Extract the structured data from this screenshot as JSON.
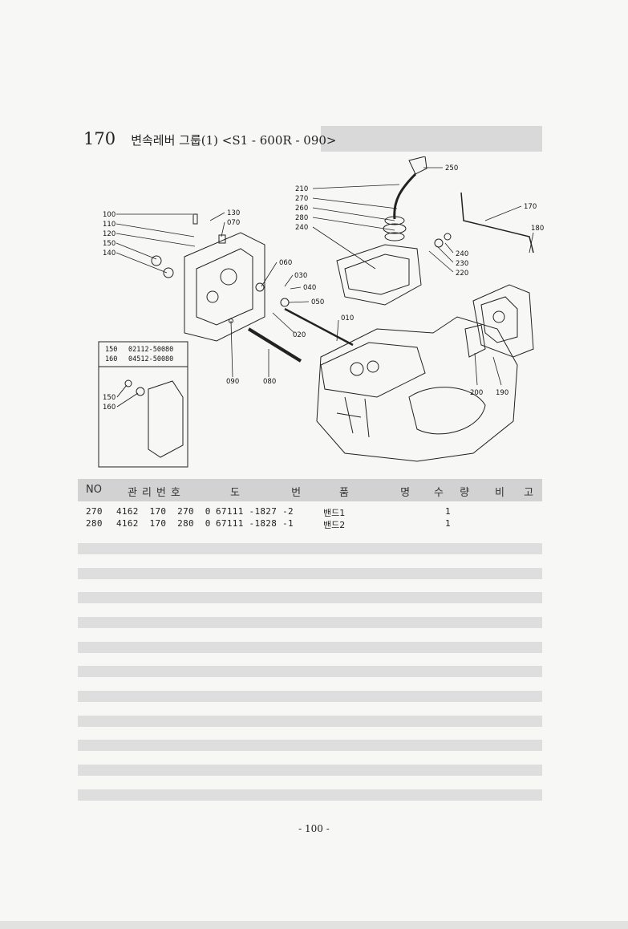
{
  "section": {
    "number": "170",
    "title": "변속레버 그룹(1) <S1 - 600R - 090>"
  },
  "diagram": {
    "callouts": {
      "c250": "250",
      "c210": "210",
      "c270": "270",
      "c260": "260",
      "c280": "280",
      "c240a": "240",
      "c170": "170",
      "c180": "180",
      "c240b": "240",
      "c230": "230",
      "c220": "220",
      "c100": "100",
      "c110": "110",
      "c120": "120",
      "c150": "150",
      "c140": "140",
      "c130": "130",
      "c070": "070",
      "c060": "060",
      "c030": "030",
      "c040": "040",
      "c050": "050",
      "c010": "010",
      "c020": "020",
      "c090": "090",
      "c080": "080",
      "c200": "200",
      "c190": "190"
    },
    "inset": {
      "line1_no": "150",
      "line1_part": "02112-50080",
      "line2_no": "160",
      "line2_part": "04512-50080",
      "label150": "150",
      "label160": "160"
    }
  },
  "table": {
    "headers": {
      "no": "NO",
      "mgmt_no": "관리번호",
      "drawing_no": "도 번",
      "part_name": "품 명",
      "quantity": "수 량",
      "remarks": "비 고"
    },
    "rows": [
      {
        "no": "270",
        "mgmt_no": "4162  170  270  0",
        "drawing_no": "67111 -1827 -2",
        "name": "밴드1",
        "qty": "1",
        "remarks": ""
      },
      {
        "no": "280",
        "mgmt_no": "4162  170  280  0",
        "drawing_no": "67111 -1828 -1",
        "name": "밴드2",
        "qty": "1",
        "remarks": ""
      }
    ]
  },
  "page_number": "- 100 -"
}
